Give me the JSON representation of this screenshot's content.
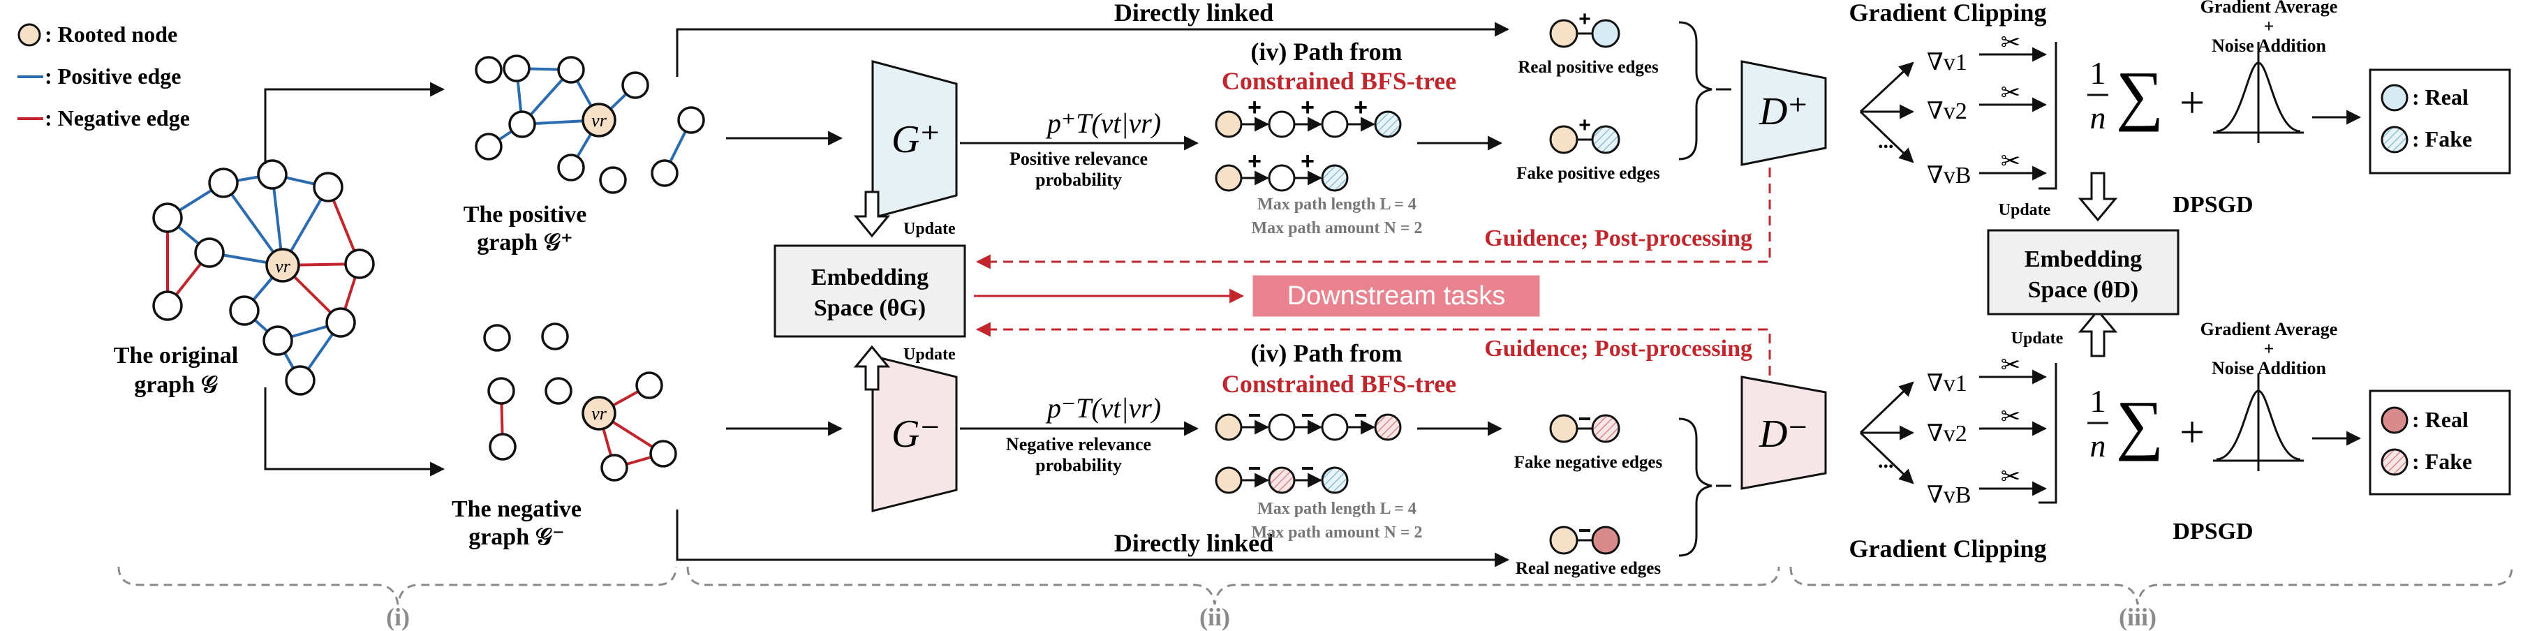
{
  "legend": {
    "rooted_node": ": Rooted node",
    "positive_edge": ": Positive edge",
    "negative_edge": ": Negative edge"
  },
  "graphs": {
    "original_label_1": "The original",
    "original_label_2": "graph 𝒢",
    "positive_label_1": "The positive",
    "positive_label_2": "graph 𝒢⁺",
    "negative_label_1": "The negative",
    "negative_label_2": "graph 𝒢⁻",
    "root_node": "vr"
  },
  "generators": {
    "g_plus": "G⁺",
    "g_minus": "G⁻",
    "update_top": "Update",
    "update_bottom": "Update",
    "embedding_line1": "Embedding",
    "embedding_line2": "Space (θG)",
    "downstream": "Downstream tasks"
  },
  "paths": {
    "directly_linked_top": "Directly linked",
    "directly_linked_bottom": "Directly linked",
    "path_title_top": "(iv) Path from",
    "bfs_top": "Constrained BFS-tree",
    "path_title_bottom": "(iv) Path from",
    "bfs_bottom": "Constrained BFS-tree",
    "pos_prob_formula": "p⁺T(vt|vr)",
    "pos_prob_label_1": "Positive relevance",
    "pos_prob_label_2": "probability",
    "neg_prob_formula": "p⁻T(vt|vr)",
    "neg_prob_label_1": "Negative relevance",
    "neg_prob_label_2": "probability",
    "max_len_top": "Max path length L = 4",
    "max_amt_top": "Max path amount N = 2",
    "max_len_bottom": "Max path length L = 4",
    "max_amt_bottom": "Max path amount N = 2",
    "real_pos_edges": "Real positive edges",
    "fake_pos_edges": "Fake positive edges",
    "fake_neg_edges": "Fake negative edges",
    "real_neg_edges": "Real negative edges"
  },
  "discriminators": {
    "d_plus": "D⁺",
    "d_minus": "D⁻",
    "guidance_top": "Guidence; Post-processing",
    "guidance_bottom": "Guidence; Post-processing",
    "gradient_clipping_top": "Gradient Clipping",
    "gradient_clipping_bottom": "Gradient Clipping",
    "grad_avg_top_1": "Gradient Average",
    "grad_avg_top_2": "+",
    "grad_avg_top_3": "Noise Addition",
    "grad_avg_bottom_1": "Gradient Average",
    "grad_avg_bottom_2": "+",
    "grad_avg_bottom_3": "Noise Addition",
    "dpsgd_top": "DPSGD",
    "dpsgd_bottom": "DPSGD",
    "update_top": "Update",
    "update_bottom": "Update",
    "embedding_line1": "Embedding",
    "embedding_line2": "Space (θD)",
    "real_top": ": Real",
    "fake_top": ": Fake",
    "real_bottom": ": Real",
    "fake_bottom": ": Fake",
    "dots": "...",
    "grad_labels": [
      "∇v1",
      "∇v2",
      "∇vB"
    ]
  },
  "sections": {
    "s1": "(i)",
    "s2": "(ii)",
    "s3": "(iii)"
  },
  "colors": {
    "positive_edge": "#2b6cb0",
    "negative_edge": "#c0262c",
    "rooted_fill": "#f6e0c8",
    "real_pos_fill": "#d7ebf4",
    "real_neg_fill": "#d98a8a",
    "gen_fill": "#e6f1f6",
    "gen_neg_fill": "#f6e6e8",
    "downstream_fill": "#e8838f"
  }
}
